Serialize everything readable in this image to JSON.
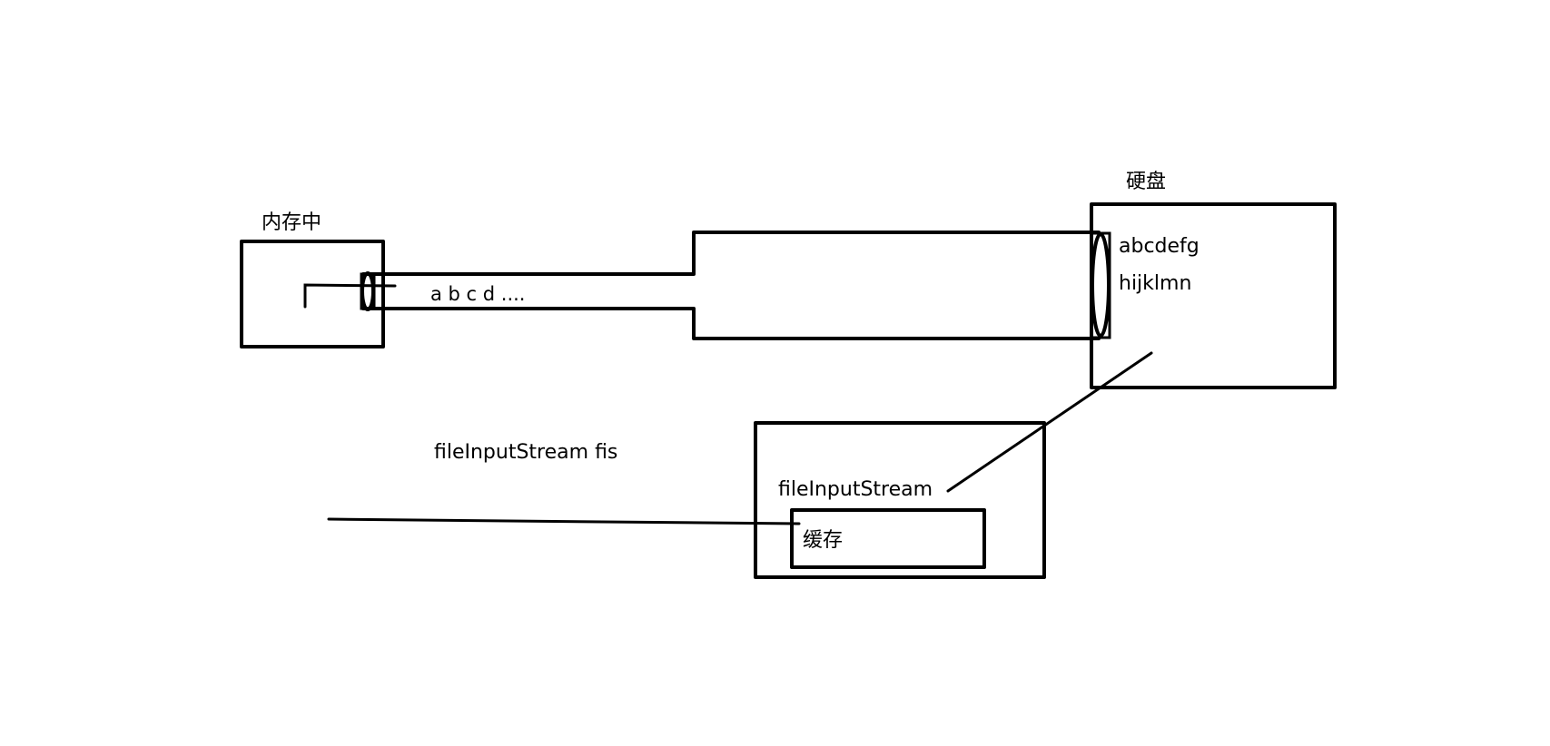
{
  "memory": {
    "label": "内存中"
  },
  "disk": {
    "label": "硬盘",
    "lines": [
      "abcdefg",
      "hijklmn"
    ]
  },
  "pipe": {
    "content": "a b c d ...."
  },
  "stream_var": {
    "label": "fileInputStream  fis"
  },
  "stream_box": {
    "label": "fileInputStream",
    "buffer": {
      "label": "缓存"
    }
  },
  "colors": {
    "stroke": "#000000",
    "background": "#ffffff"
  }
}
